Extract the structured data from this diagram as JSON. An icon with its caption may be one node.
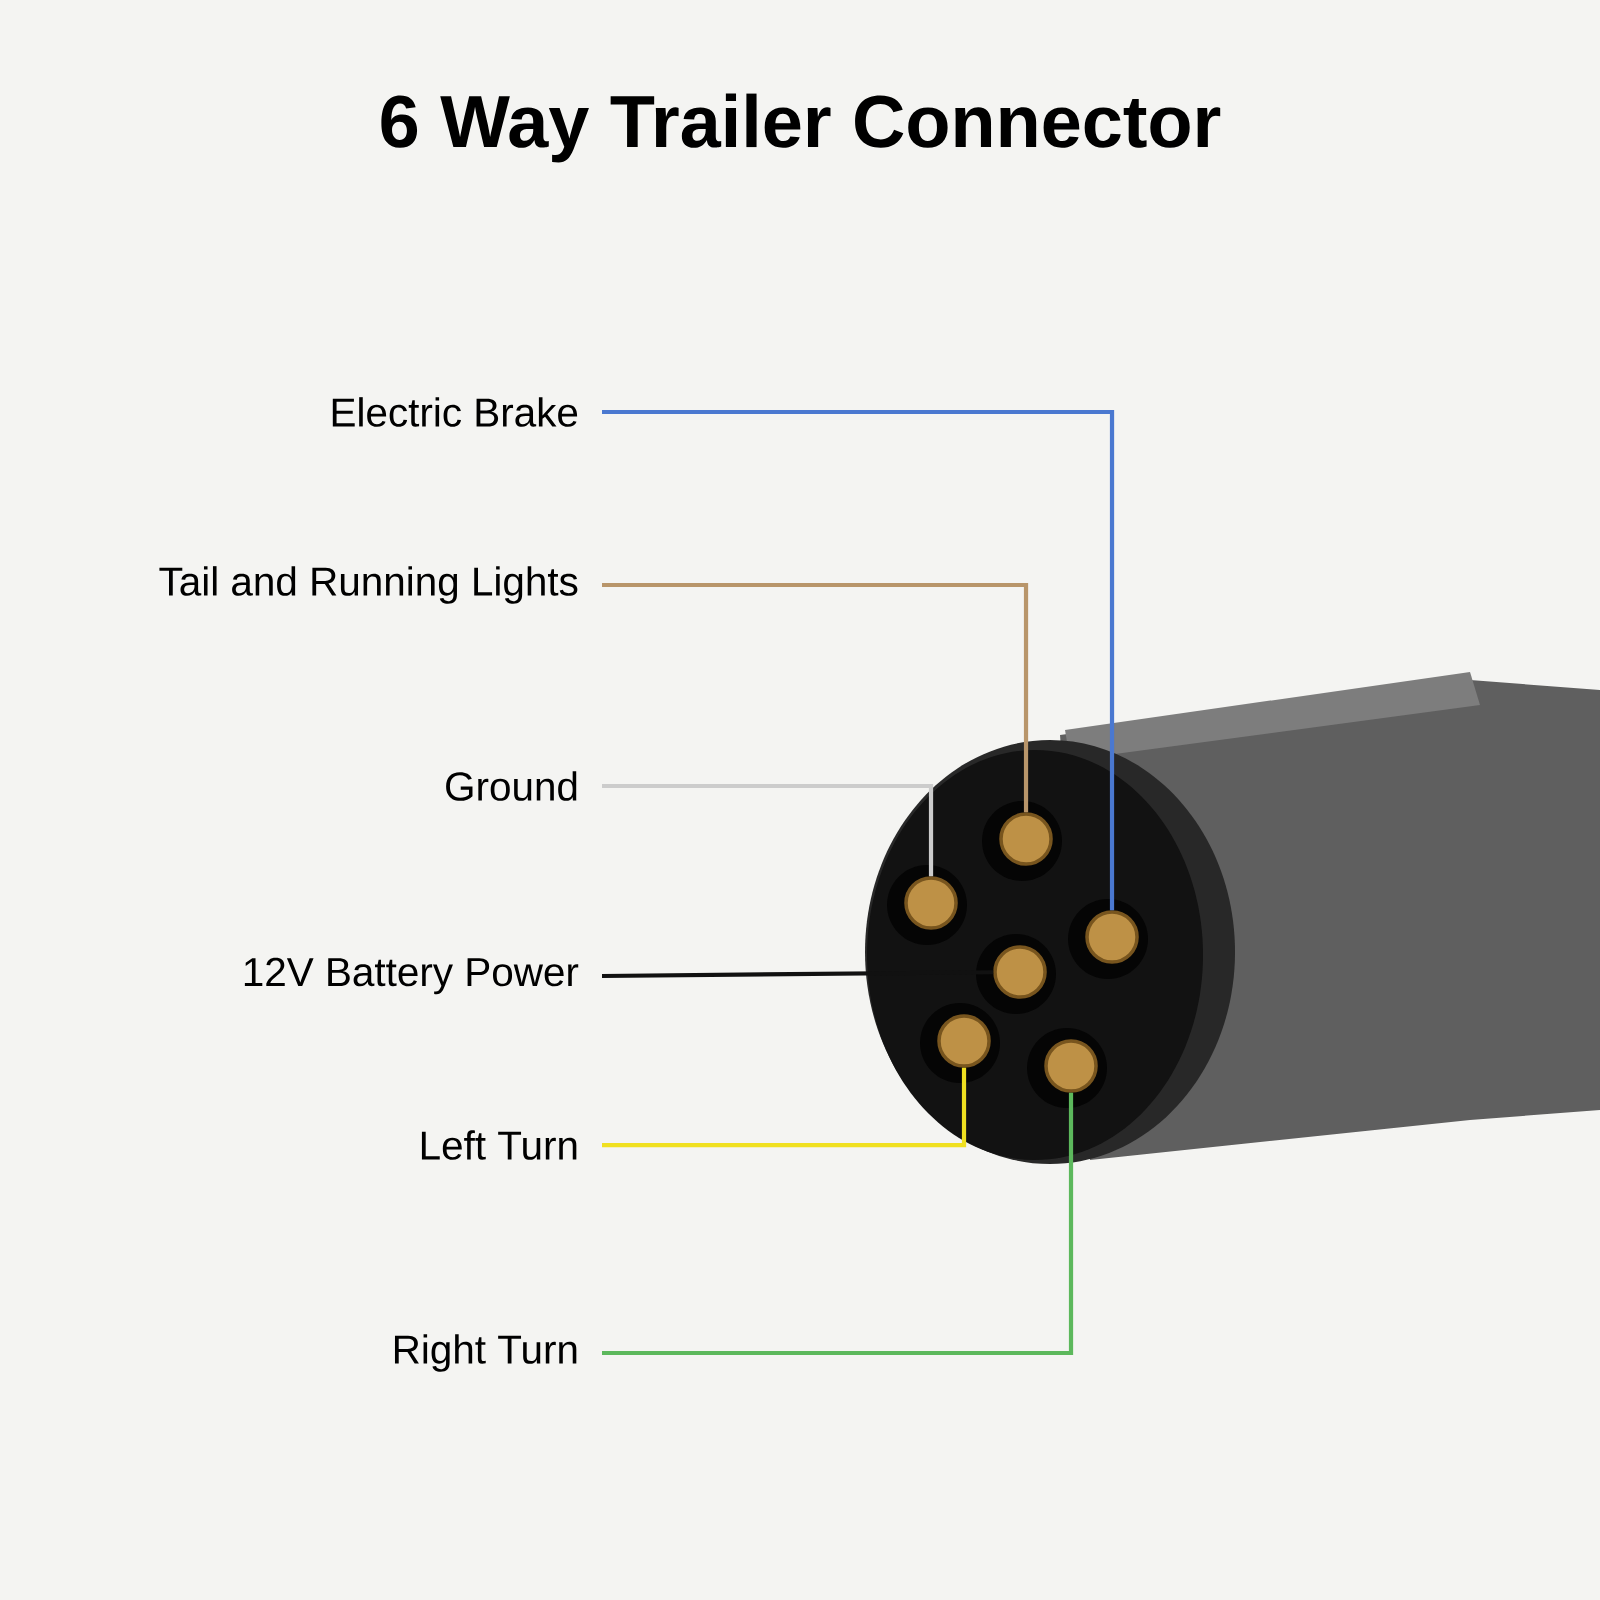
{
  "diagram": {
    "title": "6 Way Trailer Connector",
    "nodes": [
      {
        "text": [
          "Electric Brake"
        ]
      },
      {
        "text": [
          "Tail and Running Lights"
        ]
      },
      {
        "text": [
          "Ground"
        ]
      },
      {
        "text": [
          "12V Battery Power"
        ]
      },
      {
        "text": [
          "Left Turn"
        ]
      },
      {
        "text": [
          "Right Turn"
        ]
      },
      {
        "text": [],
        "shape": "circle"
      },
      {
        "text": [],
        "shape": "circle"
      },
      {
        "text": [],
        "shape": "circle"
      },
      {
        "text": [],
        "shape": "circle"
      },
      {
        "text": [],
        "shape": "circle"
      },
      {
        "text": [],
        "shape": "circle"
      }
    ],
    "edges": [
      {
        "from": 0,
        "to": 11,
        "arrow": "none",
        "color": "#4a78d0"
      },
      {
        "from": 1,
        "to": 9,
        "arrow": "none",
        "color": "#b8956a"
      },
      {
        "from": 2,
        "to": 6,
        "arrow": "none",
        "color": "#cccccc"
      },
      {
        "from": 3,
        "to": 8,
        "arrow": "none",
        "color": "#111111"
      },
      {
        "from": 4,
        "to": 7,
        "arrow": "none",
        "color": "#f0e020"
      },
      {
        "from": 5,
        "to": 10,
        "arrow": "none",
        "color": "#5cb85c"
      }
    ]
  }
}
